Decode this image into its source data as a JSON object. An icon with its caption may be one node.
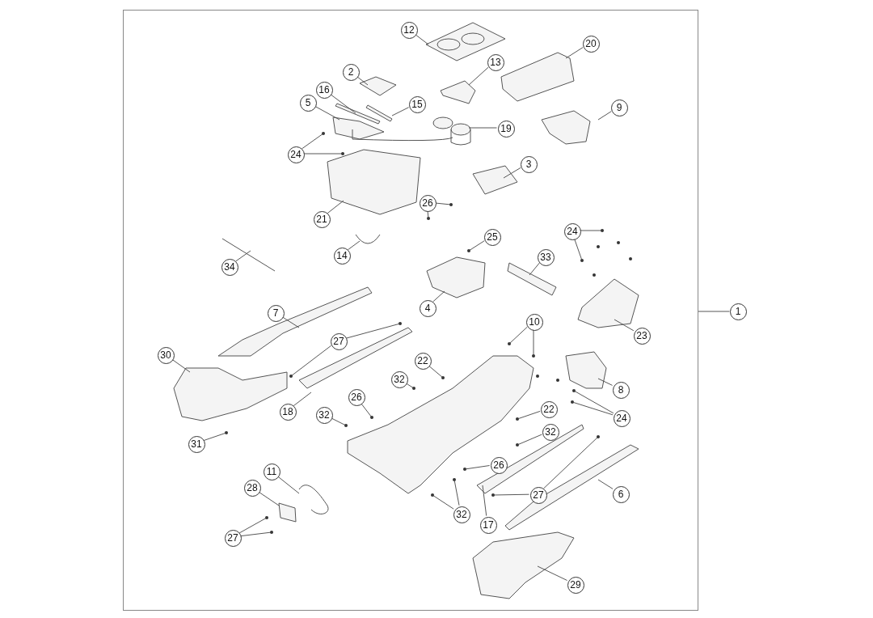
{
  "diagram": {
    "nodes": [
      {
        "text": [],
        "shape": "box"
      },
      {
        "text": [
          "12"
        ],
        "in": 0
      },
      {
        "text": [
          "20"
        ],
        "in": 0
      },
      {
        "text": [
          "2"
        ],
        "in": 0
      },
      {
        "text": [
          "13"
        ],
        "in": 0
      },
      {
        "text": [
          "16"
        ],
        "in": 0
      },
      {
        "text": [
          "5"
        ],
        "in": 0
      },
      {
        "text": [
          "15"
        ],
        "in": 0
      },
      {
        "text": [
          "9"
        ],
        "in": 0
      },
      {
        "text": [
          "19"
        ],
        "in": 0
      },
      {
        "text": [
          "24"
        ],
        "in": 0
      },
      {
        "text": [
          "3"
        ],
        "in": 0
      },
      {
        "text": [
          "26"
        ],
        "in": 0
      },
      {
        "text": [
          "21"
        ],
        "in": 0
      },
      {
        "text": [
          "24"
        ],
        "in": 0
      },
      {
        "text": [
          "25"
        ],
        "in": 0
      },
      {
        "text": [
          "14"
        ],
        "in": 0
      },
      {
        "text": [
          "33"
        ],
        "in": 0
      },
      {
        "text": [
          "34"
        ],
        "in": 0
      },
      {
        "text": [
          "4"
        ],
        "in": 0
      },
      {
        "text": [
          "1"
        ]
      },
      {
        "text": [
          "7"
        ],
        "in": 0
      },
      {
        "text": [
          "10"
        ],
        "in": 0
      },
      {
        "text": [
          "23"
        ],
        "in": 0
      },
      {
        "text": [
          "27"
        ],
        "in": 0
      },
      {
        "text": [
          "30"
        ],
        "in": 0
      },
      {
        "text": [
          "22"
        ],
        "in": 0
      },
      {
        "text": [
          "32"
        ],
        "in": 0
      },
      {
        "text": [
          "8"
        ],
        "in": 0
      },
      {
        "text": [
          "26"
        ],
        "in": 0
      },
      {
        "text": [
          "22"
        ],
        "in": 0
      },
      {
        "text": [
          "18"
        ],
        "in": 0
      },
      {
        "text": [
          "32"
        ],
        "in": 0
      },
      {
        "text": [
          "24"
        ],
        "in": 0
      },
      {
        "text": [
          "32"
        ],
        "in": 0
      },
      {
        "text": [
          "31"
        ],
        "in": 0
      },
      {
        "text": [
          "26"
        ],
        "in": 0
      },
      {
        "text": [
          "11"
        ],
        "in": 0
      },
      {
        "text": [
          "28"
        ],
        "in": 0
      },
      {
        "text": [
          "6"
        ],
        "in": 0
      },
      {
        "text": [
          "27"
        ],
        "in": 0
      },
      {
        "text": [
          "32"
        ],
        "in": 0
      },
      {
        "text": [
          "17"
        ],
        "in": 0
      },
      {
        "text": [
          "27"
        ],
        "in": 0
      },
      {
        "text": [
          "29"
        ],
        "in": 0
      }
    ],
    "edges": [
      {
        "from": 1,
        "to": null,
        "arrow": "none"
      },
      {
        "from": 2,
        "to": null,
        "arrow": "none"
      },
      {
        "from": 3,
        "to": null,
        "arrow": "none"
      },
      {
        "from": 4,
        "to": null,
        "arrow": "none"
      },
      {
        "from": 5,
        "to": null,
        "arrow": "none"
      },
      {
        "from": 6,
        "to": null,
        "arrow": "none"
      },
      {
        "from": 7,
        "to": null,
        "arrow": "none"
      },
      {
        "from": 8,
        "to": null,
        "arrow": "none"
      },
      {
        "from": 9,
        "to": null,
        "arrow": "none"
      },
      {
        "from": 10,
        "to": null,
        "arrow": "none"
      },
      {
        "from": 10,
        "to": null,
        "arrow": "none"
      },
      {
        "from": 11,
        "to": null,
        "arrow": "none"
      },
      {
        "from": 12,
        "to": null,
        "arrow": "none"
      },
      {
        "from": 12,
        "to": null,
        "arrow": "none"
      },
      {
        "from": 13,
        "to": null,
        "arrow": "none"
      },
      {
        "from": 14,
        "to": null,
        "arrow": "none"
      },
      {
        "from": 14,
        "to": null,
        "arrow": "none"
      },
      {
        "from": 15,
        "to": null,
        "arrow": "none"
      },
      {
        "from": 16,
        "to": null,
        "arrow": "none"
      },
      {
        "from": 17,
        "to": null,
        "arrow": "none"
      },
      {
        "from": 18,
        "to": null,
        "arrow": "none"
      },
      {
        "from": 19,
        "to": null,
        "arrow": "none"
      },
      {
        "from": 20,
        "to": 0,
        "arrow": "none"
      },
      {
        "from": 21,
        "to": null,
        "arrow": "none"
      },
      {
        "from": 22,
        "to": null,
        "arrow": "none"
      },
      {
        "from": 22,
        "to": null,
        "arrow": "none"
      },
      {
        "from": 23,
        "to": null,
        "arrow": "none"
      },
      {
        "from": 24,
        "to": null,
        "arrow": "none"
      },
      {
        "from": 24,
        "to": null,
        "arrow": "none"
      },
      {
        "from": 25,
        "to": null,
        "arrow": "none"
      },
      {
        "from": 26,
        "to": null,
        "arrow": "none"
      },
      {
        "from": 27,
        "to": null,
        "arrow": "none"
      },
      {
        "from": 28,
        "to": null,
        "arrow": "none"
      },
      {
        "from": 29,
        "to": null,
        "arrow": "none"
      },
      {
        "from": 30,
        "to": null,
        "arrow": "none"
      },
      {
        "from": 31,
        "to": null,
        "arrow": "none"
      },
      {
        "from": 32,
        "to": null,
        "arrow": "none"
      },
      {
        "from": 33,
        "to": null,
        "arrow": "none"
      },
      {
        "from": 33,
        "to": null,
        "arrow": "none"
      },
      {
        "from": 34,
        "to": null,
        "arrow": "none"
      },
      {
        "from": 35,
        "to": null,
        "arrow": "none"
      },
      {
        "from": 36,
        "to": null,
        "arrow": "none"
      },
      {
        "from": 37,
        "to": null,
        "arrow": "none"
      },
      {
        "from": 38,
        "to": null,
        "arrow": "none"
      },
      {
        "from": 39,
        "to": null,
        "arrow": "none"
      },
      {
        "from": 40,
        "to": null,
        "arrow": "none"
      },
      {
        "from": 40,
        "to": null,
        "arrow": "none"
      },
      {
        "from": 41,
        "to": null,
        "arrow": "none"
      },
      {
        "from": 41,
        "to": null,
        "arrow": "none"
      },
      {
        "from": 42,
        "to": null,
        "arrow": "none"
      },
      {
        "from": 43,
        "to": null,
        "arrow": "none"
      },
      {
        "from": 43,
        "to": null,
        "arrow": "none"
      },
      {
        "from": 44,
        "to": null,
        "arrow": "none"
      }
    ]
  }
}
